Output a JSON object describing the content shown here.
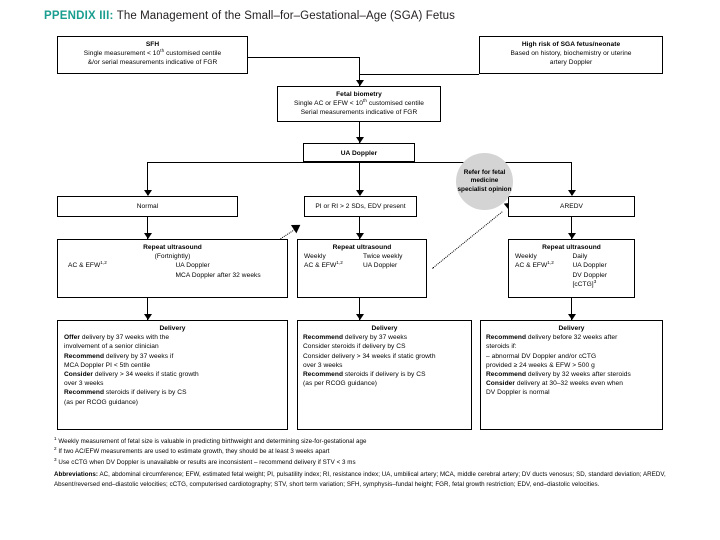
{
  "header": {
    "appendix_tag": "PPENDIX III:",
    "title": "The Management of the Small–for–Gestational–Age (SGA) Fetus",
    "tag_color": "#1a9e8f"
  },
  "boxes": {
    "sfh": {
      "title": "SFH",
      "line1": "Single measurement < 10",
      "line1_sup": "th",
      "line1_end": " customised centile",
      "line2": "&/or serial measurements indicative of FGR"
    },
    "high_risk": {
      "title": "High risk of SGA fetus/neonate",
      "line1": "Based on history, biochemistry or uterine",
      "line2": "artery Doppler"
    },
    "fetal_biometry": {
      "title": "Fetal biometry",
      "line1": "Single AC or EFW < 10",
      "line1_sup": "th",
      "line1_end": " customised centile",
      "line2": "Serial measurements indicative of FGR"
    },
    "ua_doppler": {
      "title": "UA Doppler"
    },
    "normal": {
      "title": "Normal"
    },
    "pi_ri": {
      "title": "PI or RI > 2 SDs, EDV present"
    },
    "aredv": {
      "title": "AREDV"
    },
    "refer_oval": {
      "line1": "Refer for",
      "line2": "fetal medicine",
      "line3": "specialist",
      "line4": "opinion"
    },
    "repeat_left": {
      "title": "Repeat ultrasound",
      "subtitle": "(Fortnightly)",
      "col1_line1": "AC & EFW",
      "col1_sup": "1,2",
      "col2_line1": "UA Doppler",
      "col2_line2": "MCA Doppler after 32 weeks"
    },
    "repeat_mid": {
      "title": "Repeat ultrasound",
      "col1_line1": "Weekly",
      "col1_line2": "AC & EFW",
      "col1_sup": "1,2",
      "col2_line1": "Twice weekly",
      "col2_line2": "UA Doppler"
    },
    "repeat_right": {
      "title": "Repeat ultrasound",
      "col1_line1": "Weekly",
      "col1_line2": "AC & EFW",
      "col1_sup": "1,2",
      "col2_line1": "Daily",
      "col2_line2": "UA Doppler",
      "col2_line3": "DV Doppler",
      "col2_line4": "[cCTG]",
      "col2_sup4": "3"
    },
    "delivery_left": {
      "title": "Delivery",
      "l1_b": "Offer",
      "l1_r": " delivery by 37 weeks with the",
      "l2": "involvement of a senior clinician",
      "l3_b": "Recommend",
      "l3_r": " delivery by 37 weeks if",
      "l4": "MCA Doppler PI < 5th centile",
      "l5_b": "Consider",
      "l5_r": " delivery > 34 weeks if static growth",
      "l6": "over 3 weeks",
      "l7_b": "Recommend",
      "l7_r": " steroids if delivery is by CS",
      "l8": "(as per RCOG guidance)"
    },
    "delivery_mid": {
      "title": "Delivery",
      "l1_b": "Recommend",
      "l1_r": " delivery by 37 weeks",
      "l2": "Consider steroids if delivery by CS",
      "l3": "Consider delivery > 34 weeks if static growth",
      "l4": "over 3 weeks",
      "l5_b": "Recommend",
      "l5_r": " steroids if delivery is by CS",
      "l6": "(as per RCOG guidance)"
    },
    "delivery_right": {
      "title": "Delivery",
      "l1_b": "Recommend",
      "l1_r": " delivery before 32 weeks after",
      "l2": "steroids if:",
      "l3": "– abnormal DV Doppler and/or cCTG",
      "l4": "provided ≥ 24 weeks & EFW > 500 g",
      "l5_b": "Recommend",
      "l5_r": " delivery by 32 weeks after steroids",
      "l6_b": "Consider",
      "l6_r": " delivery at 30–32 weeks even when",
      "l7": "DV Doppler is normal"
    }
  },
  "footnotes": {
    "f1_sup": "1",
    "f1": " Weekly measurement of fetal size is valuable in predicting birthweight and determining size-for-gestational age",
    "f2_sup": "2",
    "f2": " If two AC/EFW measurements are used to estimate growth, they should be at least 3 weeks apart",
    "f3_sup": "3",
    "f3": " Use cCTG when DV Doppler is unavailable or results are inconsistent – recommend delivery if STV < 3 ms"
  },
  "abbreviations": {
    "label": "Abbreviations:",
    "text": " AC, abdominal circumference; EFW, estimated fetal weight; PI, pulsatility index; RI, resistance index; UA, umbilical artery; MCA, middle cerebral artery; DV ducts venosus; SD, standard deviation; AREDV, Absent/reversed end–diastolic velocities; cCTG, computerised cardiotography; STV, short term variation; SFH, symphysis–fundal height; FGR, fetal growth restriction; EDV, end–diastolic velocities."
  }
}
